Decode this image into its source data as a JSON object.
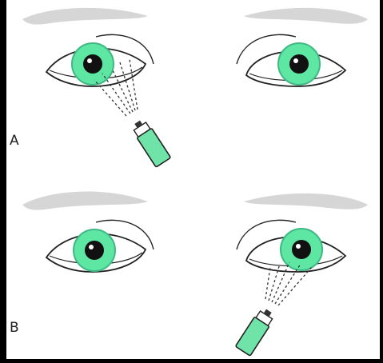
{
  "panels": [
    {
      "label": "A",
      "spray_target": "left-eye"
    },
    {
      "label": "B",
      "spray_target": "right-eye"
    }
  ],
  "colors": {
    "background": "#ffffff",
    "frame": "#000000",
    "iris": "#5ee6a3",
    "iris_ring": "#3fb884",
    "pupil": "#111111",
    "brow": "#d6d6d6",
    "line": "#222222",
    "bottle": "#6fe3a8"
  }
}
